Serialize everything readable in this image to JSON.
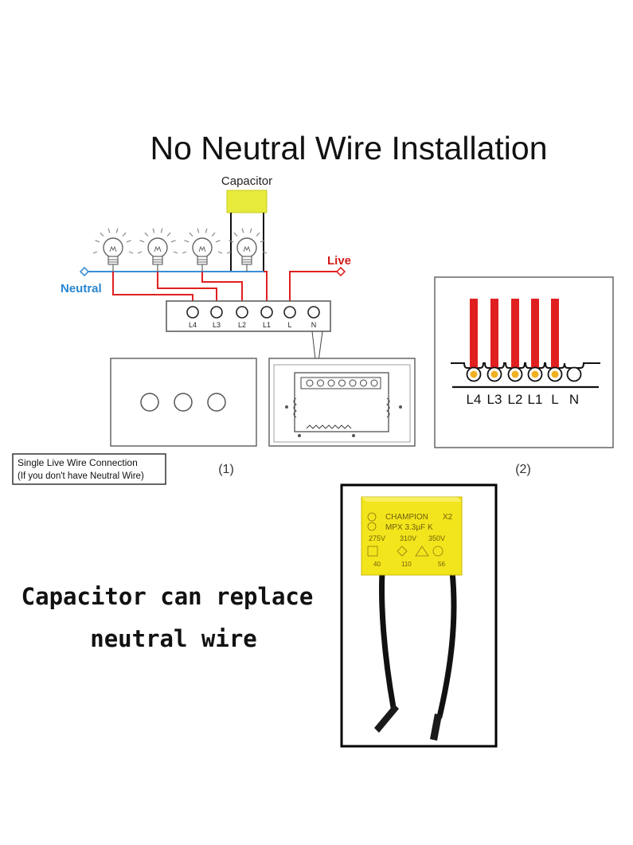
{
  "title": "No Neutral Wire Installation",
  "capacitor_label": "Capacitor",
  "neutral_label": "Neutral",
  "live_label": "Live",
  "terminals": [
    "L4",
    "L3",
    "L2",
    "L1",
    "L",
    "N"
  ],
  "panel2_terminals": [
    "L4",
    "L3",
    "L2",
    "L1",
    "L",
    "N"
  ],
  "note_line1": "Single Live Wire Connection",
  "note_line2": "(If you don't have Neutral Wire)",
  "figure1_label": "(1)",
  "figure2_label": "(2)",
  "caption_line1": "Capacitor can replace",
  "caption_line2": "neutral wire",
  "component": {
    "brand": "CHAMPION",
    "class": "X2",
    "model": "MPX 3.3µF K",
    "v1": "275V",
    "v2": "310V",
    "v3": "350V",
    "code1": "40",
    "code2": "110",
    "code3": "56"
  },
  "colors": {
    "live_wire": "#e02020",
    "neutral_wire": "#3a8fd8",
    "capacitor": "#e6ea3a",
    "live_text": "#d21a1a",
    "neutral_text": "#2a86d0"
  }
}
